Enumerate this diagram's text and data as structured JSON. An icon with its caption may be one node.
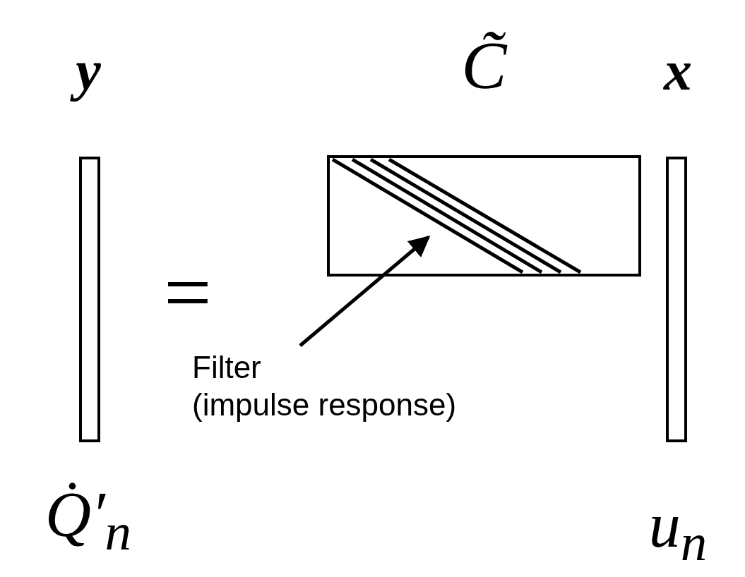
{
  "diagram": {
    "nodes": [
      {
        "text": [
          "y",
          "Q̇′$_{n}$"
        ]
      },
      {
        "text": [
          "C̃"
        ]
      },
      {
        "text": [
          "x",
          "u$_{n}$"
        ]
      },
      {
        "text": [
          "Filter (impulse response)"
        ]
      },
      {
        "text": [],
        "shape": "picture",
        "in": 1
      }
    ],
    "edges": [
      {
        "from": 3,
        "to": 4,
        "arrow": "to"
      }
    ],
    "labels": [
      "="
    ]
  }
}
